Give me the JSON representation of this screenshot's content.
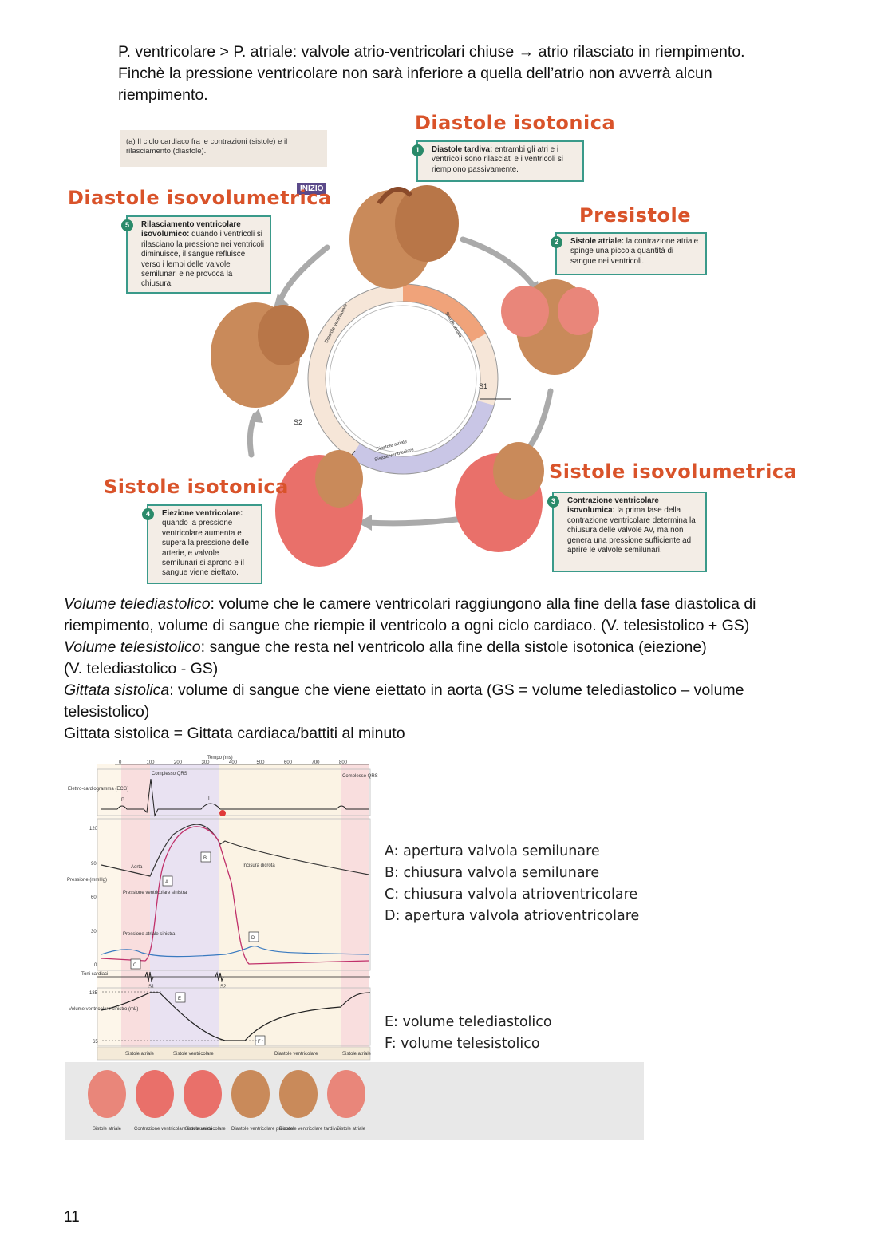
{
  "intro": [
    "P. ventricolare > P. atriale: valvole atrio-ventricolari chiuse → atrio rilasciato in riempimento.",
    "Finchè la pressione ventricolare non sarà inferiore a quella dell’atrio non avverrà alcun riempimento."
  ],
  "cycle": {
    "top_label": "(a) Il ciclo cardiaco fra le contrazioni (sistole) e il rilasciamento (diastole).",
    "start_badge": "INIZIO",
    "phases": [
      {
        "num": "1",
        "title": "Diastole isotonica",
        "bold": "Diastole tardiva:",
        "text": "entrambi gli atri e i ventricoli sono rilasciati e i ventricoli si riempiono passivamente."
      },
      {
        "num": "2",
        "title": "Presistole",
        "bold": "Sistole atriale:",
        "text": "la contrazione atriale spinge una piccola quantità di sangue nei ventricoli."
      },
      {
        "num": "3",
        "title": "Sistole isovolumetrica",
        "bold": "Contrazione ventricolare isovolumica:",
        "text": "la prima fase della contrazione ventricolare determina la chiusura delle valvole AV, ma non genera una pressione sufficiente ad aprire le valvole semilunari."
      },
      {
        "num": "4",
        "title": "Sistole isotonica",
        "bold": "Eiezione ventricolare:",
        "text": "quando la pressione ventricolare aumenta e supera la pressione delle arterie,le valvole semilunari si aprono e il sangue viene eiettato."
      },
      {
        "num": "5",
        "title": "Diastole isovolumetrica",
        "bold": "Rilasciamento ventricolare isovolumico:",
        "text": "quando i ventricoli si rilasciano la pressione nei ventricoli diminuisce, il sangue refluisce verso i lembi delle valvole semilunari e ne provoca la chiusura."
      }
    ],
    "ring": {
      "diastole_ventricolare": "Diastole ventricolare",
      "sistole_atriale": "Sistole atriale",
      "diastole_atriale": "Diastole atriale",
      "sistole_ventricolare": "Sistole ventricolare",
      "s1": "S1",
      "s2": "S2"
    },
    "colors": {
      "phase_title": "#d9532a",
      "box_border": "#3a9a8a",
      "ring_orange": "#f0a37a",
      "ring_violet": "#c9c6e6"
    }
  },
  "definitions": {
    "vtd_term": "Volume telediastolico",
    "vtd_text": ": volume che le camere ventricolari raggiungono alla fine della fase diastolica di riempimento, volume di sangue che riempie il ventricolo a ogni ciclo cardiaco. (V. telesistolico + GS)",
    "vts_term": "Volume telesistolico",
    "vts_text": ": sangue che resta nel ventricolo alla fine della sistole isotonica (eiezione)",
    "vts_formula": "(V. telediastolico - GS)",
    "gs_term": "Gittata sistolica",
    "gs_text": ": volume di sangue che viene eiettato in aorta (GS = volume telediastolico – volume telesistolico)",
    "gs_formula": "Gittata sistolica = Gittata cardiaca/battiti al minuto"
  },
  "wiggers": {
    "time_label": "Tempo (ms)",
    "time_ticks": [
      "0",
      "100",
      "200",
      "300",
      "400",
      "500",
      "600",
      "700",
      "800"
    ],
    "ecg_label": "Elettro-cardiogramma (ECG)",
    "qrs1": "Complesso QRS",
    "qrs2": "Complesso QRS",
    "p_label": "P",
    "t_label": "T",
    "pressure_label": "Pressione (mmHg)",
    "pressure_ticks": [
      "120",
      "90",
      "60",
      "30",
      "0"
    ],
    "aorta": "Aorta",
    "incisura": "Incisura dicrota",
    "p_vent": "Pressione ventricolare sinistra",
    "p_atr": "Pressione atriale sinistra",
    "toni": "Toni cardiaci",
    "s1": "S1",
    "s2": "S2",
    "volume_label": "Volume ventricolare sinistro (mL)",
    "volume_ticks": [
      "135",
      "65"
    ],
    "phase_bars": [
      "Sistole atriale",
      "Sistole ventricolare",
      "Diastole ventricolare",
      "Sistole atriale"
    ],
    "bottom_labels": [
      "Sistole atriale",
      "Contrazione ventricolare isovolumica",
      "Sistole ventricolare",
      "Diastole ventricolare precoce",
      "Diastole ventricolare tardiva",
      "Sistole atriale"
    ],
    "markers": [
      "A",
      "B",
      "C",
      "D",
      "E",
      "F"
    ]
  },
  "legend": {
    "items1": [
      "A: apertura valvola semilunare",
      "B: chiusura valvola semilunare",
      "C: chiusura valvola atrioventricolare",
      "D: apertura valvola atrioventricolare"
    ],
    "items2": [
      "E: volume telediastolico",
      "F: volume telesistolico"
    ]
  },
  "page_number": "11"
}
